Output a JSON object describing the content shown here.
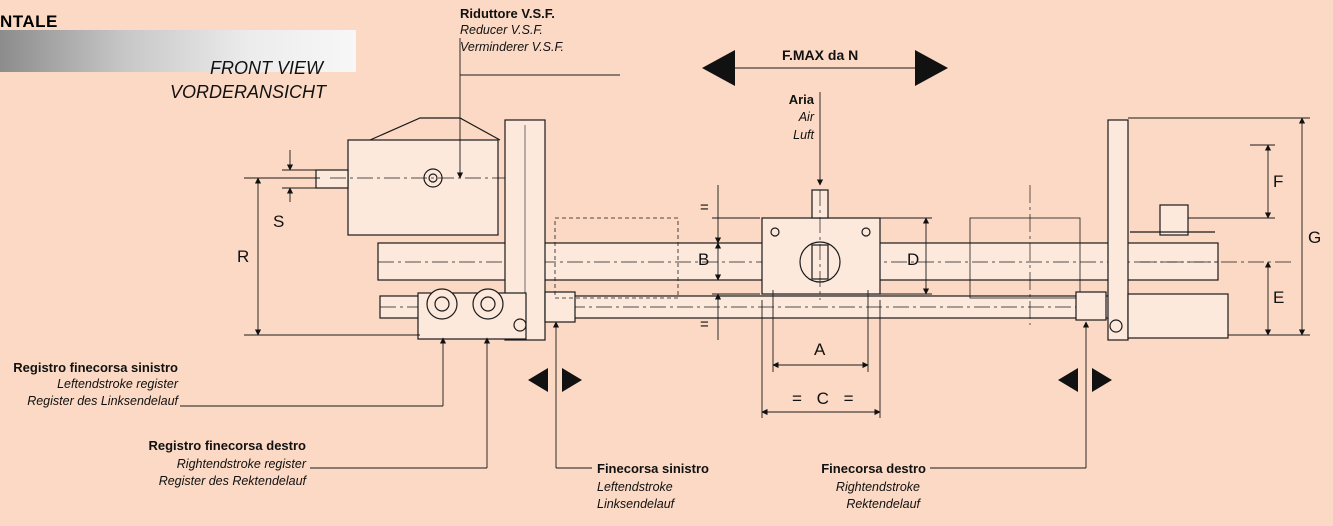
{
  "header": {
    "title": "NTALE",
    "view_en": "FRONT VIEW",
    "view_de": "VORDERANSICHT"
  },
  "callouts": {
    "reducer": {
      "it": "Riduttore V.S.F.",
      "en": "Reducer V.S.F.",
      "de": "Verminderer V.S.F."
    },
    "force": {
      "label": "F.MAX da N"
    },
    "air": {
      "it": "Aria",
      "en": "Air",
      "de": "Luft"
    },
    "left_register": {
      "it": "Registro finecorsa sinistro",
      "en": "Leftendstroke register",
      "de": "Register des Linksendelauf"
    },
    "right_register": {
      "it": "Registro finecorsa destro",
      "en": "Rightendstroke register",
      "de": "Register des Rektendelauf"
    },
    "left_limit": {
      "it": "Finecorsa sinistro",
      "en": "Leftendstroke",
      "de": "Linksendelauf"
    },
    "right_limit": {
      "it": "Finecorsa destro",
      "en": "Rightendstroke",
      "de": "Rektendelauf"
    }
  },
  "dimensions": {
    "a": "A",
    "b": "B",
    "c": "= C =",
    "d": "D",
    "e": "E",
    "f": "F",
    "g": "G",
    "r": "R",
    "s": "S",
    "eq_top": "=",
    "eq_bottom": "="
  },
  "colors": {
    "background": "#fbd9c4",
    "line": "#1a1a1a"
  }
}
